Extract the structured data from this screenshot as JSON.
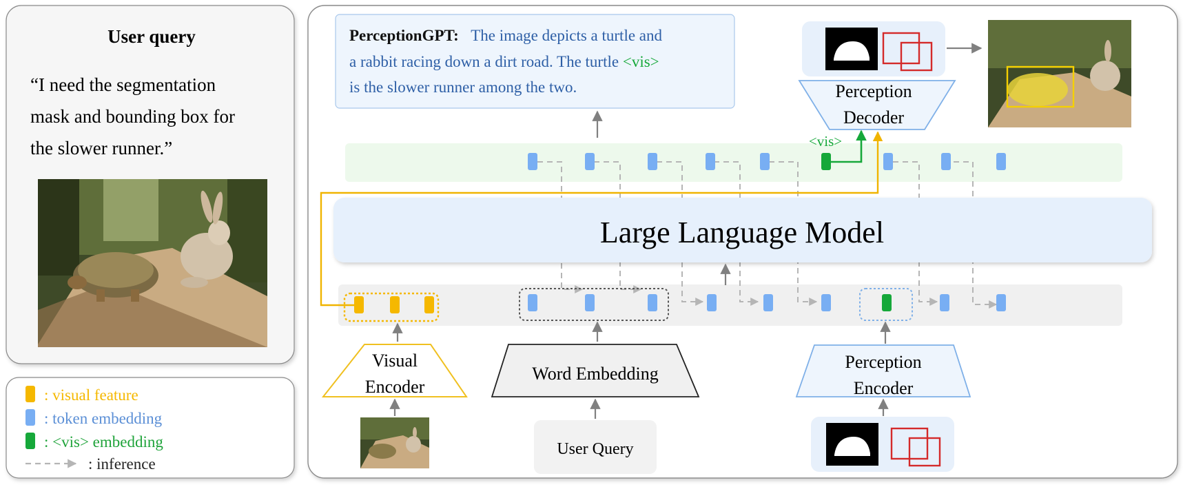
{
  "query_panel": {
    "title": "User query",
    "quote_lines": [
      "“I need the segmentation",
      "mask and bounding box for",
      "the slower runner.”"
    ]
  },
  "legend": {
    "items": [
      {
        "label": ": visual feature",
        "color": "#f5b800"
      },
      {
        "label": ": token embedding",
        "color": "#5b8fd6"
      },
      {
        "label": ": <vis> embedding",
        "color": "#1fa33a"
      },
      {
        "label": ": inference",
        "color": "#222222"
      }
    ]
  },
  "output": {
    "speaker": "PerceptionGPT:",
    "line1": "The image depicts a turtle and",
    "line2_a": "a rabbit racing down a dirt road. The turtle ",
    "line2_vis": "<vis>",
    "line3": "is the slower runner among the two."
  },
  "modules": {
    "llm": "Large Language Model",
    "perception_decoder": [
      "Perception",
      "Decoder"
    ],
    "visual_encoder": [
      "Visual",
      "Encoder"
    ],
    "word_embedding": "Word Embedding",
    "perception_encoder": [
      "Perception",
      "Encoder"
    ],
    "user_query_box": "User Query",
    "vis_tag": "<vis>"
  },
  "colors": {
    "visual": "#f5b800",
    "token": "#78aef3",
    "vis": "#16a83a",
    "mask_box": "#d42a2a",
    "encoder_line": "#f0c020",
    "perception_line": "#7fb0e8"
  },
  "icons": [
    "turtle-mask-icon",
    "bounding-box-icon",
    "arrow-icon"
  ]
}
